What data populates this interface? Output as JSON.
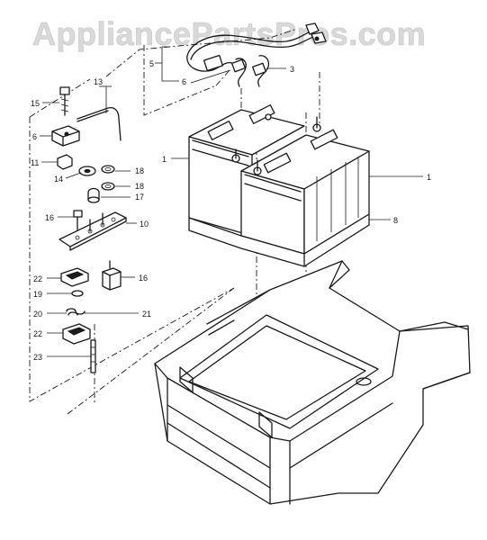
{
  "watermark": {
    "text": "AppliancePartsPros.com"
  },
  "callouts": {
    "c1a": "1",
    "c1b": "1",
    "c3": "3",
    "c5": "5",
    "c6a": "6",
    "c6b": "6",
    "c8": "8",
    "c10": "10",
    "c11": "11",
    "c13": "13",
    "c14": "14",
    "c15": "15",
    "c16a": "16",
    "c16b": "16",
    "c17": "17",
    "c18a": "18",
    "c18b": "18",
    "c19": "19",
    "c20": "20",
    "c21": "21",
    "c22a": "22",
    "c22b": "22",
    "c23": "23"
  }
}
